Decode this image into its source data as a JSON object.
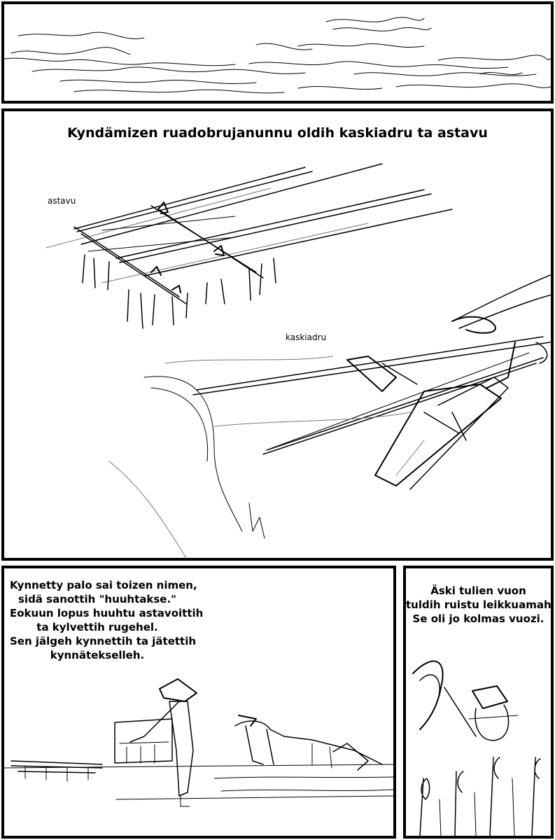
{
  "panel2": {
    "title": "Kyndämizen ruadobrujanunnu oldih kaskiadru ta astavu",
    "label_harrow": "astavu",
    "label_plough": "kaskiadru"
  },
  "panel3": {
    "lines": [
      "Kynnetty palo sai toizen nimen,",
      "sidä sanottih \"huuhtakse.\"",
      "Eokuun lopus huuhtu astavoittih",
      "ta kylvettih rugehel.",
      "Sen jälgeh kynnettih ta jätettih",
      "kynnätekselleh."
    ]
  },
  "panel4": {
    "lines": [
      "Äski tulien vuon",
      "tuldih ruistu leikkuamah.",
      "Se oli jo kolmas vuozi."
    ]
  }
}
